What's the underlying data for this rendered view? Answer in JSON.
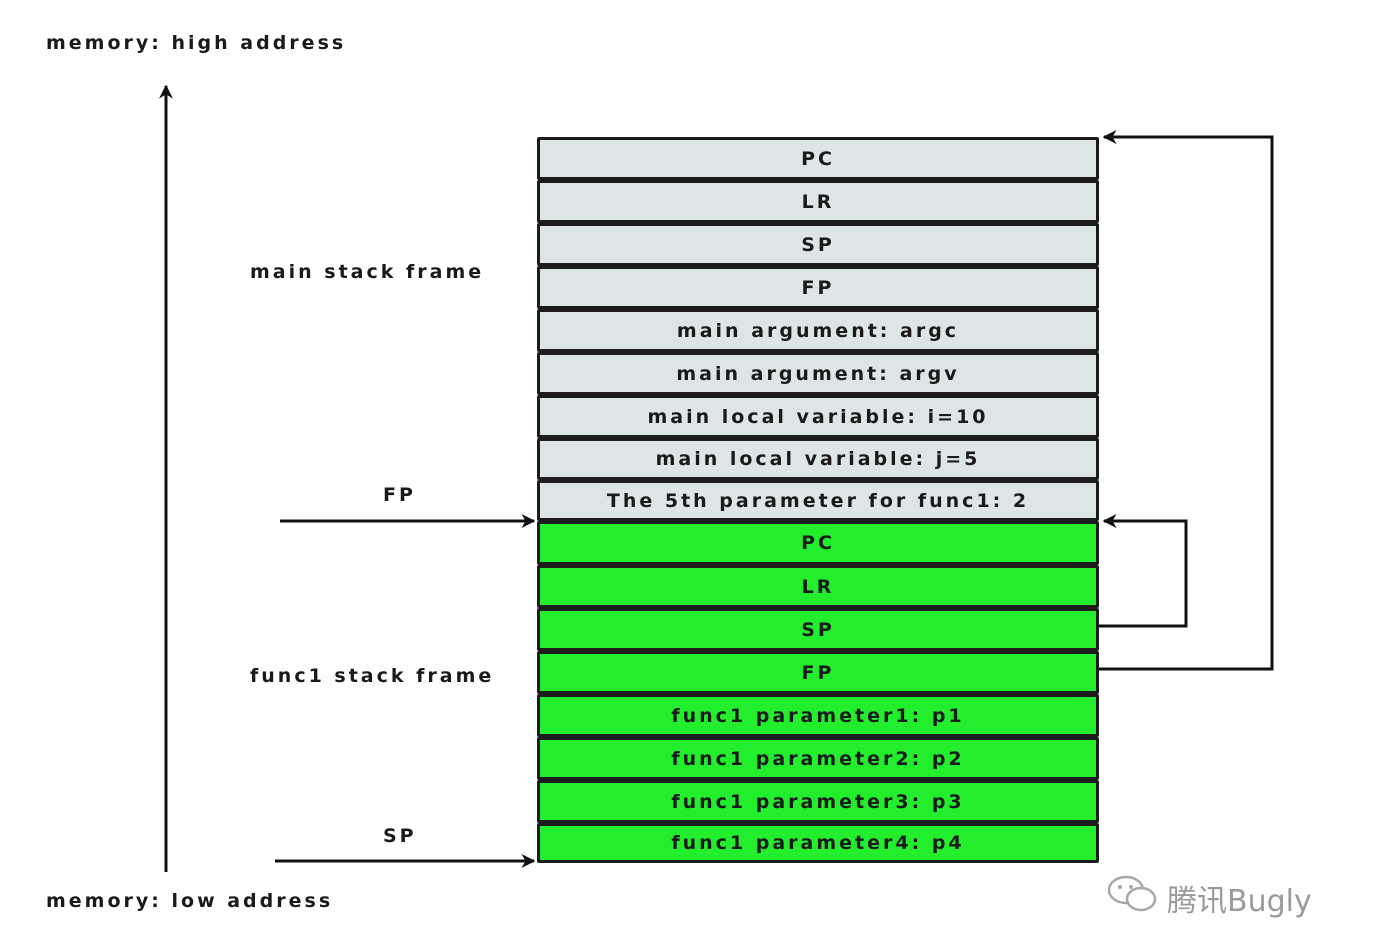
{
  "labels": {
    "high_address": "memory: high address",
    "low_address": "memory: low address",
    "main_frame": "main stack frame",
    "func1_frame": "func1 stack frame",
    "fp_pointer": "FP",
    "sp_pointer": "SP"
  },
  "stack": {
    "main": [
      "PC",
      "LR",
      "SP",
      "FP",
      "main argument:  argc",
      "main argument:  argv",
      "main local variable:  i=10",
      "main local variable:  j=5",
      "The 5th parameter for func1: 2"
    ],
    "func1": [
      "PC",
      "LR",
      "SP",
      "FP",
      "func1 parameter1: p1",
      "func1 parameter2: p2",
      "func1 parameter3: p3",
      "func1 parameter4: p4"
    ]
  },
  "colors": {
    "main_fill": "#dde5e6",
    "func1_fill": "#22ee2e"
  },
  "watermark": {
    "icon": "wechat-icon",
    "text": "腾讯Bugly"
  }
}
